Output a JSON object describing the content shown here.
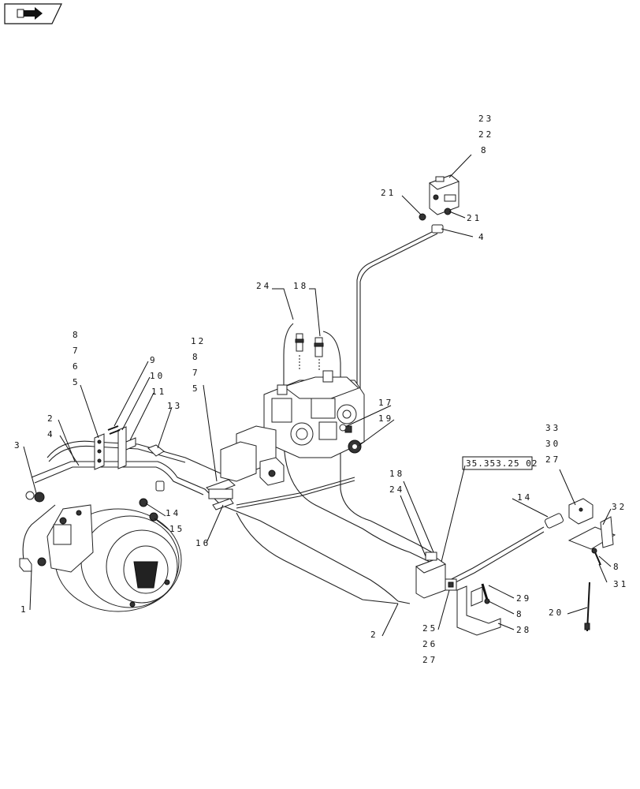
{
  "nav_icon": "arrow-right-icon",
  "reference_box": "35.353.25 02",
  "callouts": {
    "c23": "23",
    "c22": "22",
    "c8a": "8",
    "c21a": "21",
    "c21b": "21",
    "c4a": "4",
    "c24a": "24",
    "c18a": "18",
    "c8b": "8",
    "c7a": "7",
    "c6": "6",
    "c5a": "5",
    "c12": "12",
    "c8c": "8",
    "c7b": "7",
    "c5b": "5",
    "c9": "9",
    "c10": "10",
    "c11": "11",
    "c13": "13",
    "c2a": "2",
    "c4b": "4",
    "c3": "3",
    "c17": "17",
    "c19": "19",
    "c18b": "18",
    "c24b": "24",
    "c33": "33",
    "c30": "30",
    "c27a": "27",
    "c14a": "14",
    "c15": "15",
    "c16": "16",
    "c14b": "14",
    "c32": "32",
    "c8d": "8",
    "c31": "31",
    "c1": "1",
    "c29": "29",
    "c8e": "8",
    "c28": "28",
    "c20": "20",
    "c2b": "2",
    "c25": "25",
    "c26": "26",
    "c27b": "27"
  }
}
